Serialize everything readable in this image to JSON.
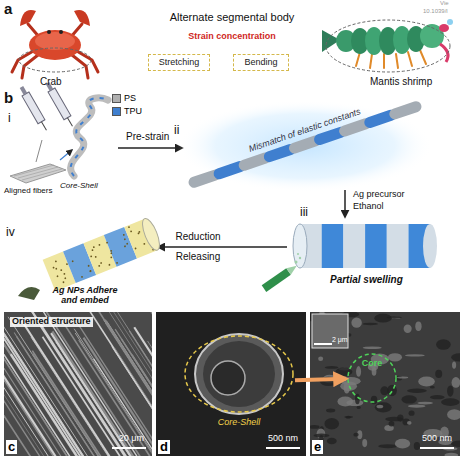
{
  "diagram": {
    "nodes": [
      {
        "text": [
          "Stretching"
        ]
      },
      {
        "text": [
          "Bending"
        ]
      },
      {
        "text": [
          "c",
          "Oriented structure",
          "20 μm"
        ]
      },
      {
        "text": [
          "d",
          "500 nm"
        ]
      },
      {
        "text": [
          "Core-Shell"
        ],
        "in": 3
      },
      {
        "text": [
          "e",
          "2 μm",
          "500 nm"
        ]
      },
      {
        "text": [
          "Core"
        ],
        "in": 5
      }
    ],
    "edges": [
      {
        "from": 4,
        "to": 6,
        "arrow": "to"
      }
    ],
    "labels": [
      "a",
      "Crab",
      "Alternate segmental body",
      "Strain concentration",
      "Mantis shrimp",
      "Vie",
      "10.1039/l",
      "b",
      "i",
      "Core-Shell",
      "Aligned fibers",
      "Pre-strain",
      "ii",
      "Mismatch of elastic constants",
      "Ag precursor",
      "Ethanol",
      "iii",
      "Partial swelling",
      "Reduction",
      "Releasing",
      "iv",
      "Ag NPs Adhere and embed"
    ],
    "legend": [
      {
        "text": "PS",
        "color": "#b0b0b0"
      },
      {
        "text": "TPU",
        "color": "#3f7fcf"
      }
    ]
  }
}
